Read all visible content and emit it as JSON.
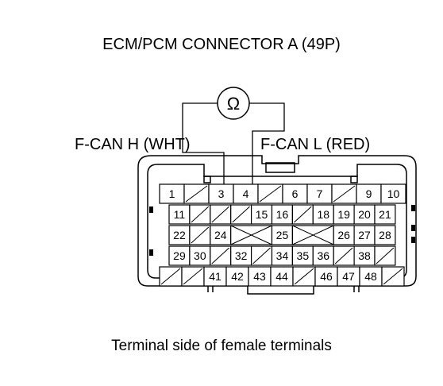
{
  "diagram": {
    "title": "ECM/PCM CONNECTOR A (49P)",
    "left_label": "F-CAN H (WHT)",
    "right_label": "F-CAN L (RED)",
    "meter_symbol": "Ω",
    "caption": "Terminal side of female terminals"
  },
  "connector": {
    "rows": [
      {
        "cells": [
          {
            "label": "1"
          },
          {
            "blank": true
          },
          {
            "label": "3"
          },
          {
            "label": "4"
          },
          {
            "blank": true
          },
          {
            "label": "6"
          },
          {
            "label": "7"
          },
          {
            "blank": true
          },
          {
            "label": "9"
          },
          {
            "label": "10"
          }
        ]
      },
      {
        "cells": [
          {
            "label": "11"
          },
          {
            "blank": true
          },
          {
            "blank": true
          },
          {
            "blank": true
          },
          {
            "label": "15"
          },
          {
            "label": "16"
          },
          {
            "blank": true
          },
          {
            "label": "18"
          },
          {
            "label": "19"
          },
          {
            "label": "20"
          },
          {
            "label": "21"
          }
        ]
      },
      {
        "cells": [
          {
            "label": "22"
          },
          {
            "blank": true
          },
          {
            "label": "24"
          },
          {
            "cross": true,
            "span": 2
          },
          {
            "label": "25"
          },
          {
            "cross": true,
            "span": 2
          },
          {
            "label": "26"
          },
          {
            "label": "27"
          },
          {
            "label": "28"
          }
        ]
      },
      {
        "cells": [
          {
            "label": "29"
          },
          {
            "label": "30"
          },
          {
            "blank": true
          },
          {
            "label": "32"
          },
          {
            "blank": true
          },
          {
            "label": "34"
          },
          {
            "label": "35"
          },
          {
            "label": "36"
          },
          {
            "blank": true
          },
          {
            "label": "38"
          },
          {
            "blank": true
          }
        ]
      },
      {
        "cells": [
          {
            "blank": true
          },
          {
            "blank": true
          },
          {
            "label": "41"
          },
          {
            "label": "42"
          },
          {
            "label": "43"
          },
          {
            "label": "44"
          },
          {
            "blank": true
          },
          {
            "label": "46"
          },
          {
            "label": "47"
          },
          {
            "label": "48"
          },
          {
            "blank": true
          }
        ]
      }
    ]
  }
}
